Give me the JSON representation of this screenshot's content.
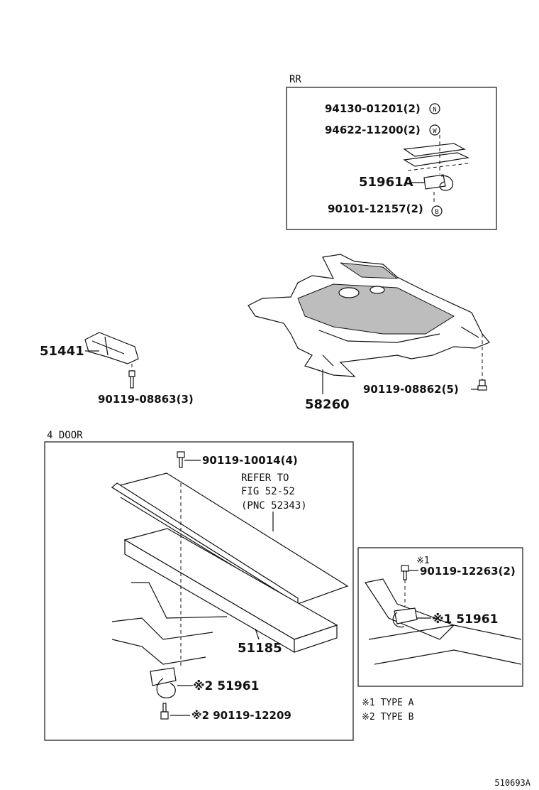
{
  "sections": {
    "rr_label": "RR",
    "four_door_label": "4 DOOR"
  },
  "parts": {
    "rr_nut": "94130-01201(2)",
    "rr_washer": "94622-11200(2)",
    "rr_hook": "51961A",
    "rr_bolt": "90101-12157(2)",
    "bracket": "51441",
    "bracket_bolt": "90119-08863(3)",
    "under_cover": "58260",
    "cover_bolt": "90119-08862(5)",
    "door_bolt_top": "90119-10014(4)",
    "refer_line1": "REFER TO",
    "refer_line2": "FIG 52-52",
    "refer_line3": "(PNC 52343)",
    "sill": "51185",
    "hook_b": "※2 51961",
    "bolt_b": "※2 90119-12209",
    "type_a_mark": "※1",
    "bolt_a": "90119-12263(2)",
    "hook_a": "※1 51961"
  },
  "circle_symbols": {
    "nut": "N",
    "washer": "W",
    "bolt": "B"
  },
  "legend": {
    "type_a": "※1 TYPE A",
    "type_b": "※2 TYPE B"
  },
  "figure_id": "510693A"
}
